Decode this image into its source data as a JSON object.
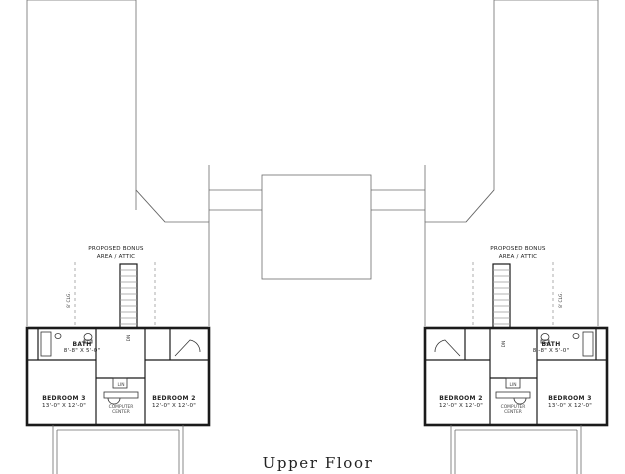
{
  "title": "Upper Floor",
  "units": {
    "left": {
      "bonus": {
        "line1": "PROPOSED BONUS",
        "line2": "AREA / ATTIC"
      },
      "ceiling_note": "8' CLG.",
      "bath": {
        "name": "BATH",
        "size": "8'-8\" X 5'-0\""
      },
      "bedroom_a": {
        "name": "BEDROOM 3",
        "size": "13'-0\" X 12'-0\""
      },
      "bedroom_b": {
        "name": "BEDROOM 2",
        "size": "12'-0\" X 12'-0\""
      },
      "computer_center": {
        "line1": "COMPUTER",
        "line2": "CENTER"
      },
      "linen": "LIN",
      "down": "DN"
    },
    "right": {
      "bonus": {
        "line1": "PROPOSED BONUS",
        "line2": "AREA / ATTIC"
      },
      "ceiling_note": "8' CLG.",
      "bath": {
        "name": "BATH",
        "size": "8'-8\" X 5'-0\""
      },
      "bedroom_a": {
        "name": "BEDROOM 2",
        "size": "12'-0\" X 12'-0\""
      },
      "bedroom_b": {
        "name": "BEDROOM 3",
        "size": "13'-0\" X 12'-0\""
      },
      "computer_center": {
        "line1": "COMPUTER",
        "line2": "CENTER"
      },
      "linen": "LIN",
      "down": "DN"
    }
  }
}
